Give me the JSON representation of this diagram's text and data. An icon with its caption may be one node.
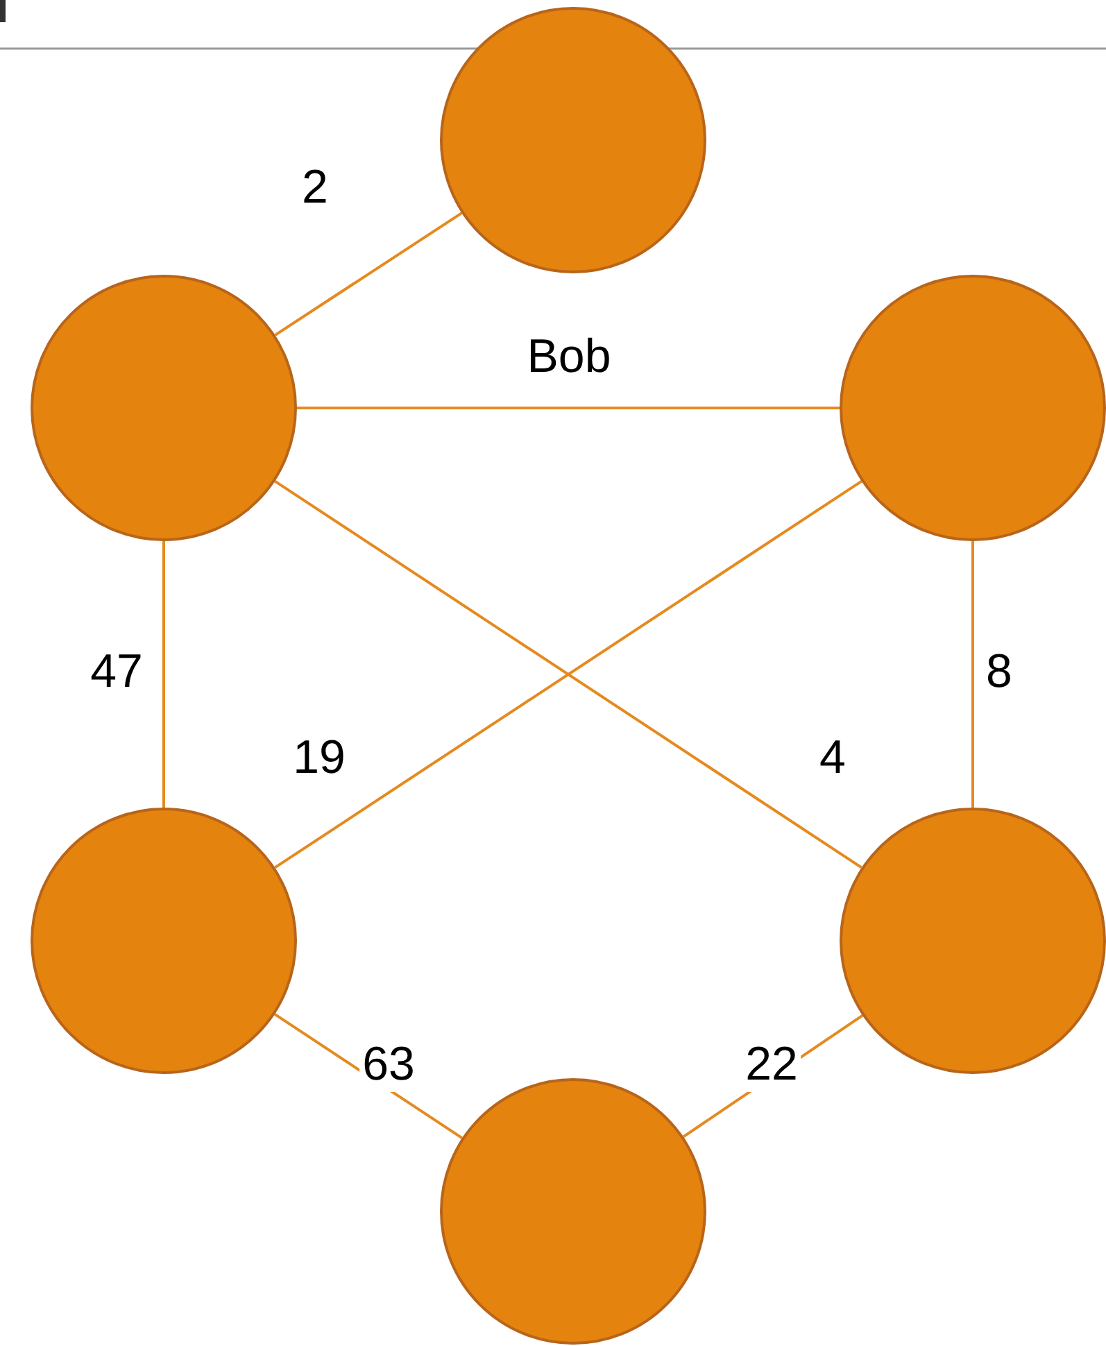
{
  "diagram": {
    "nodes": [
      {
        "text": [],
        "shape": "circle"
      },
      {
        "text": [],
        "shape": "circle"
      },
      {
        "text": [],
        "shape": "circle"
      },
      {
        "text": [],
        "shape": "circle"
      },
      {
        "text": [],
        "shape": "circle"
      },
      {
        "text": [],
        "shape": "circle"
      }
    ],
    "edges": [
      {
        "from": 1,
        "to": 0,
        "arrow": "none",
        "label": "2"
      },
      {
        "from": 1,
        "to": 2,
        "arrow": "none",
        "label": "Bob"
      },
      {
        "from": 1,
        "to": 3,
        "arrow": "none",
        "label": "47"
      },
      {
        "from": 1,
        "to": 4,
        "arrow": "none",
        "label": "4"
      },
      {
        "from": 2,
        "to": 3,
        "arrow": "none",
        "label": "19"
      },
      {
        "from": 2,
        "to": 4,
        "arrow": "none",
        "label": "8"
      },
      {
        "from": 3,
        "to": 5,
        "arrow": "none",
        "label": "63"
      },
      {
        "from": 4,
        "to": 5,
        "arrow": "none",
        "label": "22"
      }
    ]
  }
}
